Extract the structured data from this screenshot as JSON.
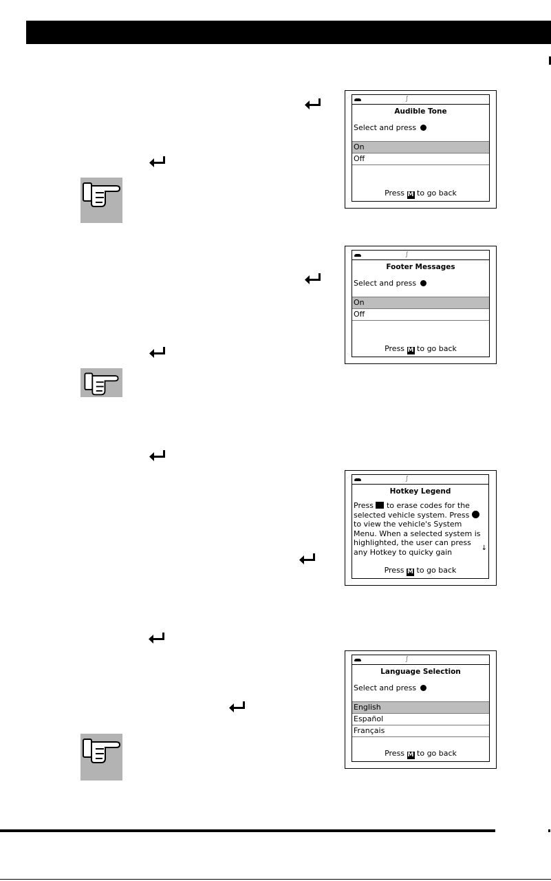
{
  "screens": [
    {
      "title": "Audible Tone",
      "prompt": "Select and press",
      "options": [
        "On",
        "Off"
      ],
      "selected_index": 0,
      "footer_before": "Press",
      "footer_key": "M",
      "footer_after": "to go back"
    },
    {
      "title": "Footer Messages",
      "prompt": "Select and press",
      "options": [
        "On",
        "Off"
      ],
      "selected_index": 0,
      "footer_before": "Press",
      "footer_key": "M",
      "footer_after": "to go back"
    },
    {
      "title": "Hotkey Legend",
      "body": {
        "p1": "Press",
        "p2": "to erase codes for the selected vehicle system. Press",
        "p3": "to view the vehicle's System Menu. When a selected system is highlighted, the user can press any Hotkey to quicky gain"
      },
      "scroll_arrow": "↓",
      "footer_before": "Press",
      "footer_key": "M",
      "footer_after": "to go back"
    },
    {
      "title": "Language Selection",
      "prompt": "Select and press",
      "options": [
        "English",
        "Español",
        "Français"
      ],
      "selected_index": 0,
      "footer_before": "Press",
      "footer_key": "M",
      "footer_after": "to go back"
    }
  ],
  "icons": {
    "enter": "enter-arrow-icon",
    "note": "pointing-hand-icon",
    "bluetooth": "bluetooth-icon",
    "vehicle": "car-icon"
  },
  "colors": {
    "note_background": "#b3b3b3",
    "selected_row": "#bdbdbd",
    "header_bar": "#000000"
  }
}
